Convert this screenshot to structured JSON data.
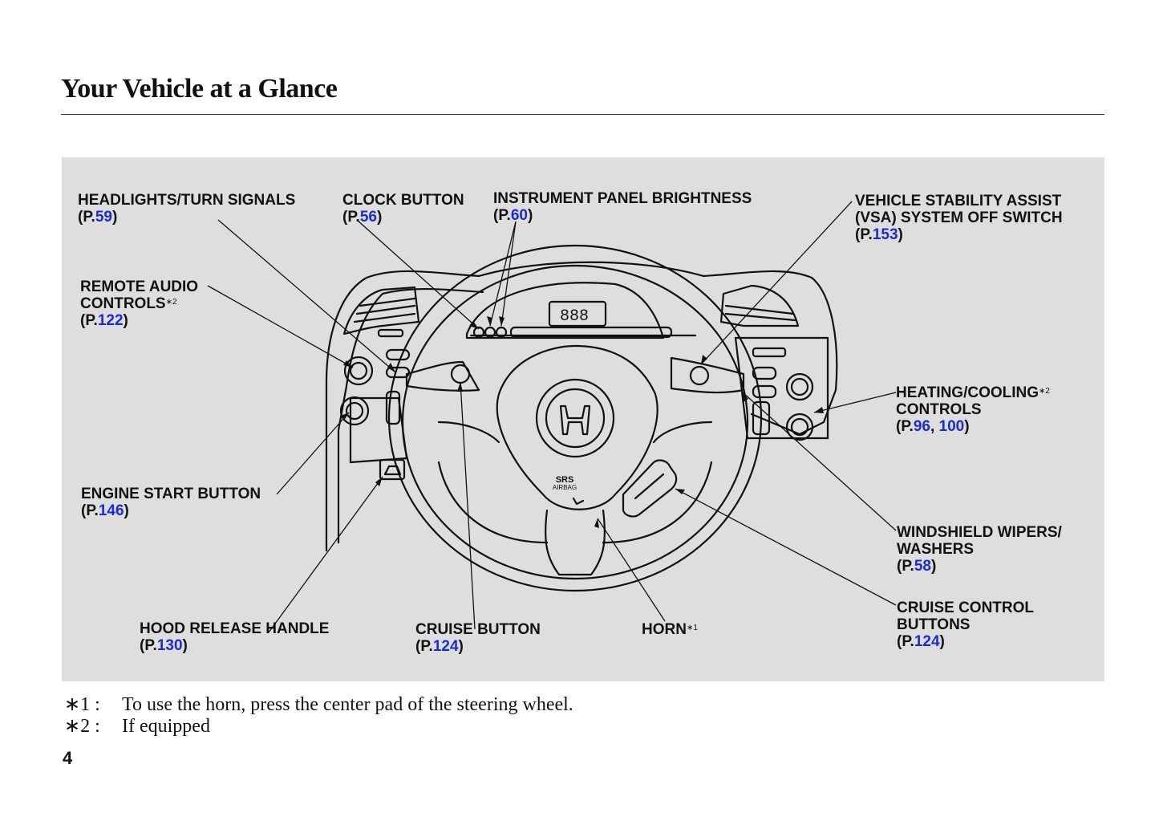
{
  "page": {
    "title": "Your Vehicle at a Glance",
    "page_number": "4"
  },
  "callouts": [
    {
      "id": "headlights",
      "lines": [
        "HEADLIGHTS/TURN SIGNALS"
      ],
      "sup": "",
      "pages": [
        "59"
      ]
    },
    {
      "id": "clock",
      "lines": [
        "CLOCK BUTTON"
      ],
      "sup": "",
      "pages": [
        "56"
      ]
    },
    {
      "id": "brightness",
      "lines": [
        "INSTRUMENT PANEL BRIGHTNESS"
      ],
      "sup": "",
      "pages": [
        "60"
      ]
    },
    {
      "id": "vsa",
      "lines": [
        "VEHICLE STABILITY ASSIST",
        "(VSA) SYSTEM OFF SWITCH"
      ],
      "sup": "",
      "pages": [
        "153"
      ]
    },
    {
      "id": "audio",
      "lines": [
        "REMOTE AUDIO",
        "CONTROLS"
      ],
      "sup": "∗2",
      "pages": [
        "122"
      ]
    },
    {
      "id": "heating",
      "lines": [
        "HEATING/COOLING",
        "CONTROLS"
      ],
      "sup": "∗2",
      "pages": [
        "96",
        "100"
      ]
    },
    {
      "id": "engine",
      "lines": [
        "ENGINE START BUTTON"
      ],
      "sup": "",
      "pages": [
        "146"
      ]
    },
    {
      "id": "wipers",
      "lines": [
        "WINDSHIELD WIPERS/",
        "WASHERS"
      ],
      "sup": "",
      "pages": [
        "58"
      ]
    },
    {
      "id": "cruisecontrol",
      "lines": [
        "CRUISE CONTROL",
        "BUTTONS"
      ],
      "sup": "",
      "pages": [
        "124"
      ]
    },
    {
      "id": "hood",
      "lines": [
        "HOOD RELEASE HANDLE"
      ],
      "sup": "",
      "pages": [
        "130"
      ]
    },
    {
      "id": "cruisebutton",
      "lines": [
        "CRUISE BUTTON"
      ],
      "sup": "",
      "pages": [
        "124"
      ]
    },
    {
      "id": "horn",
      "lines": [
        "HORN"
      ],
      "sup": "∗1",
      "pages": []
    }
  ],
  "wheel": {
    "airbag_top": "SRS",
    "airbag_bottom": "AIRBAG",
    "display": "888"
  },
  "footnotes": [
    {
      "mark": "∗1 :",
      "text": "To use the horn, press the center pad of the steering wheel."
    },
    {
      "mark": "∗2 :",
      "text": "If equipped"
    }
  ],
  "ref_prefix": "P.",
  "colors": {
    "panel": "#dedede",
    "link": "#1a2bd6",
    "line": "#111111"
  }
}
